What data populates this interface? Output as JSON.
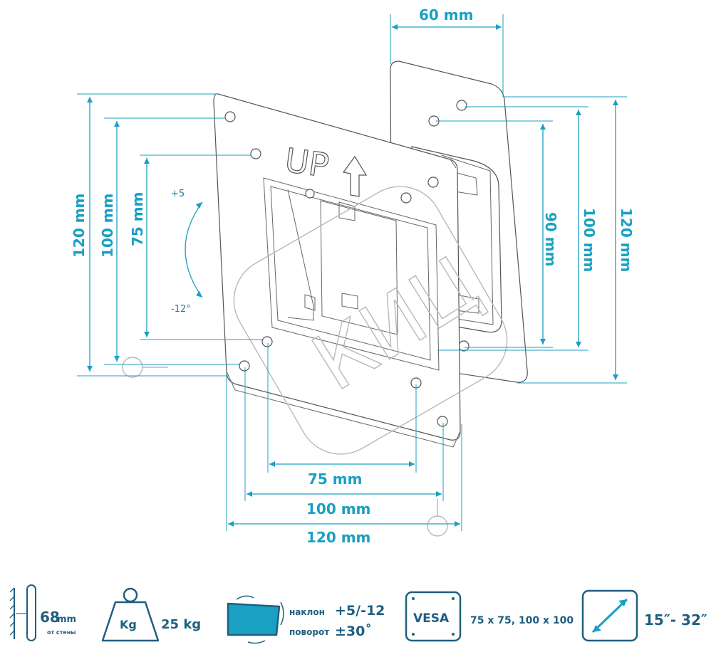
{
  "dimensions": {
    "top_depth": "60 mm",
    "left_outer": "120 mm",
    "left_mid": "100 mm",
    "left_inner": "75 mm",
    "right_inner": "90 mm",
    "right_mid": "100 mm",
    "right_outer": "120 mm",
    "bottom_inner": "75 mm",
    "bottom_mid": "100 mm",
    "bottom_outer": "120 mm"
  },
  "tilt": {
    "up": "+5",
    "down": "-12°"
  },
  "plate_label": "UP",
  "watermark": "КИЦ",
  "specs": {
    "wall_distance_value": "68",
    "wall_distance_unit": "mm",
    "wall_distance_caption": "от стены",
    "weight_icon_label": "Kg",
    "load": "25 kg",
    "tilt_label": "наклон",
    "tilt_value": "+5/-12",
    "swivel_label": "поворот",
    "swivel_value": "±30˚",
    "vesa_icon_label": "VESA",
    "vesa_sizes": "75 x 75, 100 x 100",
    "screen_size": "15″- 32″"
  },
  "colors": {
    "accent": "#1aa0c2",
    "dark_accent": "#1f5f80",
    "line": "#555555"
  },
  "icons": [
    "wall-distance-icon",
    "weight-icon",
    "tilt-swivel-icon",
    "vesa-icon",
    "screen-diagonal-icon"
  ]
}
